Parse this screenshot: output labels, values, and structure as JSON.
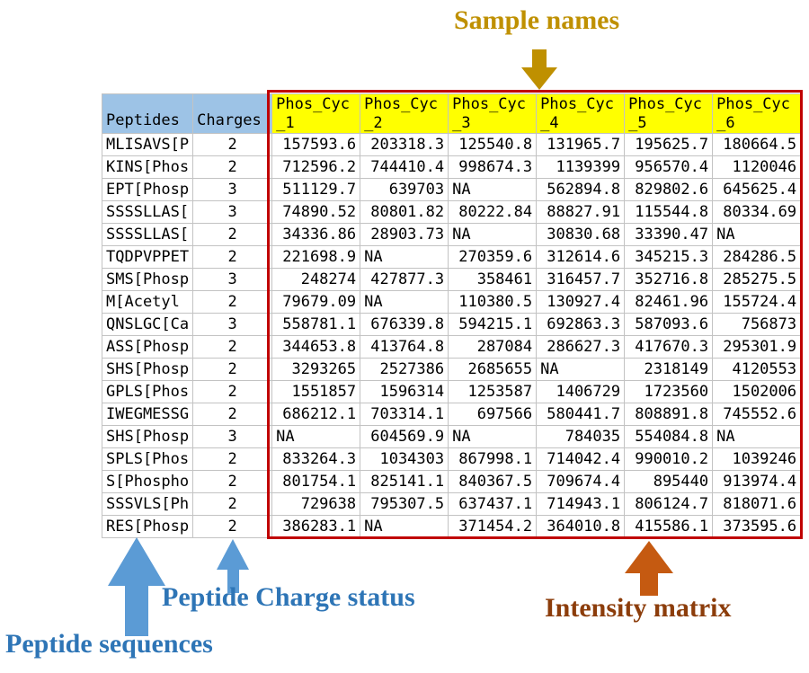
{
  "annotations": {
    "sample_names": "Sample names",
    "peptide_charge_status": "Peptide Charge status",
    "peptide_sequences": "Peptide sequences",
    "intensity_matrix": "Intensity matrix"
  },
  "colors": {
    "gold": "#BF9000",
    "blue_text": "#2E75B6",
    "blue_arrow": "#5B9BD5",
    "brown_text": "#8C3D0B",
    "orange_arrow": "#C55A11",
    "matrix_border": "#C00000",
    "header_blue": "#9DC3E6",
    "header_yellow": "#FFFF00"
  },
  "table": {
    "row_headers": [
      "Peptides",
      "Charges"
    ],
    "sample_columns": [
      {
        "line1": "Phos_Cyc",
        "line2": "_1"
      },
      {
        "line1": "Phos_Cyc",
        "line2": "_2"
      },
      {
        "line1": "Phos_Cyc",
        "line2": "_3"
      },
      {
        "line1": "Phos_Cyc",
        "line2": "_4"
      },
      {
        "line1": "Phos_Cyc",
        "line2": "_5"
      },
      {
        "line1": "Phos_Cyc",
        "line2": "_6"
      }
    ],
    "rows": [
      {
        "peptide": "MLISAVS[P",
        "charge": "2",
        "values": [
          "157593.6",
          "203318.3",
          "125540.8",
          "131965.7",
          "195625.7",
          "180664.5"
        ]
      },
      {
        "peptide": "KINS[Phos",
        "charge": "2",
        "values": [
          "712596.2",
          "744410.4",
          "998674.3",
          "1139399",
          "956570.4",
          "1120046"
        ]
      },
      {
        "peptide": "EPT[Phosp",
        "charge": "3",
        "values": [
          "511129.7",
          "639703",
          "NA",
          "562894.8",
          "829802.6",
          "645625.4"
        ]
      },
      {
        "peptide": "SSSSLLAS[",
        "charge": "3",
        "values": [
          "74890.52",
          "80801.82",
          "80222.84",
          "88827.91",
          "115544.8",
          "80334.69"
        ]
      },
      {
        "peptide": "SSSSLLAS[",
        "charge": "2",
        "values": [
          "34336.86",
          "28903.73",
          "NA",
          "30830.68",
          "33390.47",
          "NA"
        ]
      },
      {
        "peptide": "TQDPVPPET",
        "charge": "2",
        "values": [
          "221698.9",
          "NA",
          "270359.6",
          "312614.6",
          "345215.3",
          "284286.5"
        ]
      },
      {
        "peptide": "SMS[Phosp",
        "charge": "3",
        "values": [
          "248274",
          "427877.3",
          "358461",
          "316457.7",
          "352716.8",
          "285275.5"
        ]
      },
      {
        "peptide": "M[Acetyl",
        "charge": "2",
        "values": [
          "79679.09",
          "NA",
          "110380.5",
          "130927.4",
          "82461.96",
          "155724.4"
        ]
      },
      {
        "peptide": "QNSLGC[Ca",
        "charge": "3",
        "values": [
          "558781.1",
          "676339.8",
          "594215.1",
          "692863.3",
          "587093.6",
          "756873"
        ]
      },
      {
        "peptide": "ASS[Phosp",
        "charge": "2",
        "values": [
          "344653.8",
          "413764.8",
          "287084",
          "286627.3",
          "417670.3",
          "295301.9"
        ]
      },
      {
        "peptide": "SHS[Phosp",
        "charge": "2",
        "values": [
          "3293265",
          "2527386",
          "2685655",
          "NA",
          "2318149",
          "4120553"
        ]
      },
      {
        "peptide": "GPLS[Phos",
        "charge": "2",
        "values": [
          "1551857",
          "1596314",
          "1253587",
          "1406729",
          "1723560",
          "1502006"
        ]
      },
      {
        "peptide": "IWEGMESSG",
        "charge": "2",
        "values": [
          "686212.1",
          "703314.1",
          "697566",
          "580441.7",
          "808891.8",
          "745552.6"
        ]
      },
      {
        "peptide": "SHS[Phosp",
        "charge": "3",
        "values": [
          "NA",
          "604569.9",
          "NA",
          "784035",
          "554084.8",
          "NA"
        ]
      },
      {
        "peptide": "SPLS[Phos",
        "charge": "2",
        "values": [
          "833264.3",
          "1034303",
          "867998.1",
          "714042.4",
          "990010.2",
          "1039246"
        ]
      },
      {
        "peptide": "S[Phospho",
        "charge": "2",
        "values": [
          "801754.1",
          "825141.1",
          "840367.5",
          "709674.4",
          "895440",
          "913974.4"
        ]
      },
      {
        "peptide": "SSSVLS[Ph",
        "charge": "2",
        "values": [
          "729638",
          "795307.5",
          "637437.1",
          "714943.1",
          "806124.7",
          "818071.6"
        ]
      },
      {
        "peptide": "RES[Phosp",
        "charge": "2",
        "values": [
          "386283.1",
          "NA",
          "371454.2",
          "364010.8",
          "415586.1",
          "373595.6"
        ]
      }
    ]
  }
}
